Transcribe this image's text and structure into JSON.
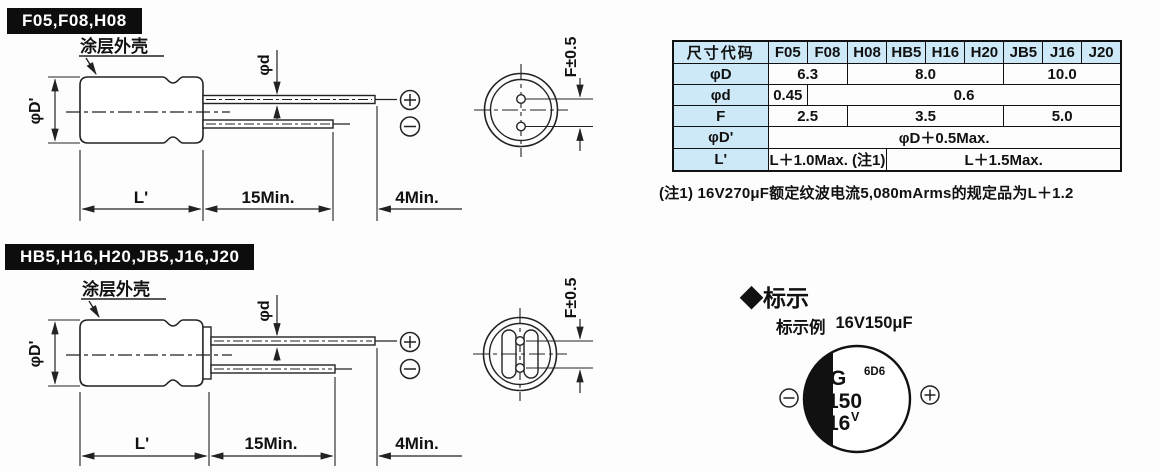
{
  "sections": {
    "s1": {
      "label": "F05,F08,H08"
    },
    "s2": {
      "label": "HB5,H16,H20,JB5,J16,J20"
    }
  },
  "labels": {
    "coating": "涂层外壳",
    "phiDp": "φD'",
    "phid": "φd",
    "lp": "L'",
    "min15": "15Min.",
    "min4": "4Min.",
    "ftol": "F±0.5"
  },
  "icons": {
    "plus_polarity": "⊕",
    "minus_polarity": "⊖"
  },
  "table": {
    "header": [
      "尺寸代码",
      "F05",
      "F08",
      "H08",
      "HB5",
      "H16",
      "H20",
      "JB5",
      "J16",
      "J20"
    ],
    "rows": [
      {
        "label": "φD",
        "cells": [
          {
            "span": 2,
            "text": "6.3"
          },
          {
            "span": 4,
            "text": "8.0"
          },
          {
            "span": 3,
            "text": "10.0"
          }
        ]
      },
      {
        "label": "φd",
        "cells": [
          {
            "span": 1,
            "text": "0.45"
          },
          {
            "span": 8,
            "text": "0.6"
          }
        ]
      },
      {
        "label": "F",
        "cells": [
          {
            "span": 2,
            "text": "2.5"
          },
          {
            "span": 4,
            "text": "3.5"
          },
          {
            "span": 3,
            "text": "5.0"
          }
        ]
      },
      {
        "label": "φD'",
        "cells": [
          {
            "span": 9,
            "text": "φD＋0.5Max."
          }
        ]
      },
      {
        "label": "L'",
        "cells": [
          {
            "span": 3,
            "text": "L＋1.0Max. (注1)"
          },
          {
            "span": 6,
            "text": "L＋1.5Max."
          }
        ]
      }
    ]
  },
  "note": "(注1) 16V270μF额定纹波电流5,080mArms的规定品为L＋1.2",
  "marking": {
    "title": "◆标示",
    "example_label": "标示例",
    "example_value": "16V150μF",
    "code": "G",
    "lot": "6D6",
    "capacitance": "150",
    "voltage": "16",
    "voltage_sup": "V"
  }
}
